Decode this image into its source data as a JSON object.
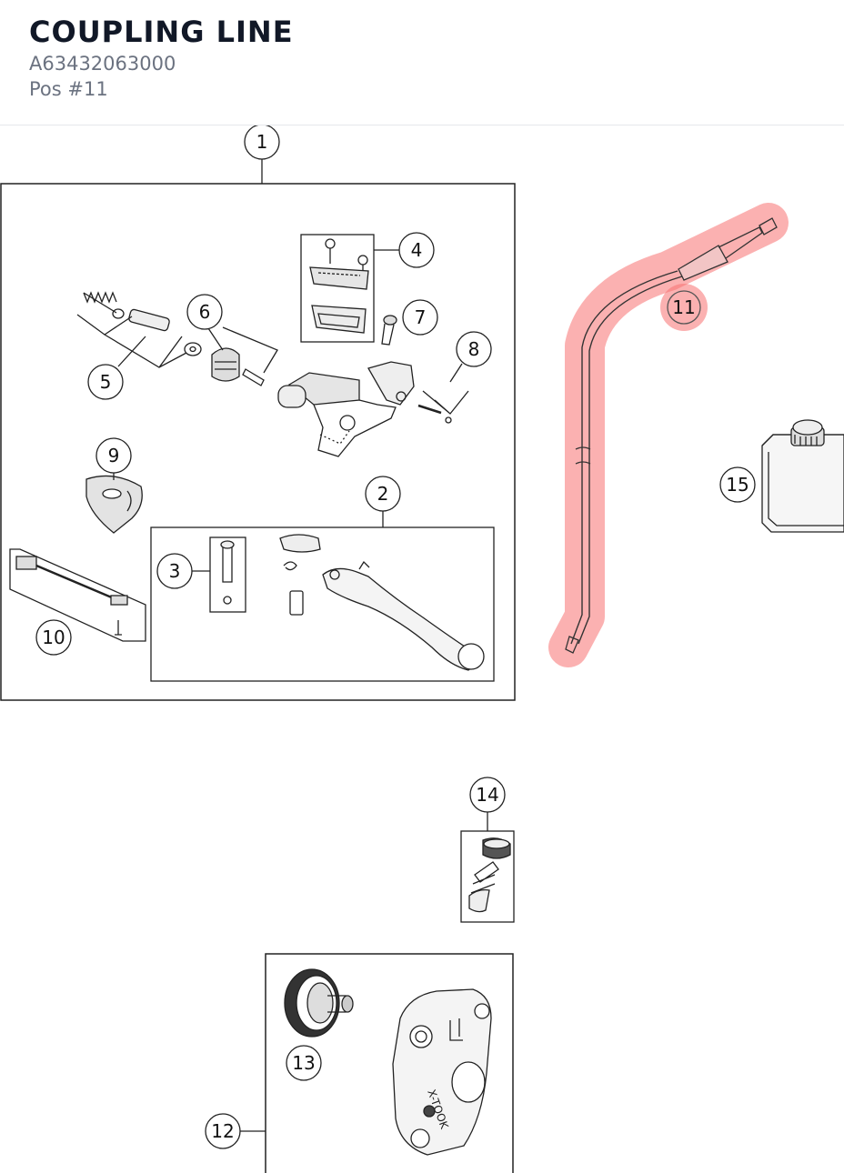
{
  "header": {
    "title": "COUPLING LINE",
    "part_number": "A63432063000",
    "position": "Pos #11"
  },
  "highlight_color": "#f87171",
  "callouts": [
    "1",
    "2",
    "3",
    "4",
    "5",
    "6",
    "7",
    "8",
    "9",
    "10",
    "11",
    "12",
    "13",
    "14",
    "15"
  ],
  "caliper_text": "X-TOOK"
}
